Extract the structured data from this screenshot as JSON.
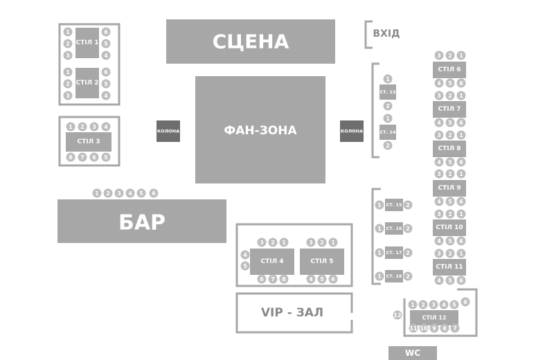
{
  "colors": {
    "block": "#a7a7a7",
    "pillar": "#6e6e6e",
    "seat": "#bdbdbd",
    "outline": "#a7a7a7",
    "light_text": "#ffffff",
    "dark_text": "#8a8a8a"
  },
  "labels": {
    "stage": "СЦЕНА",
    "fan_zone": "ФАН-ЗОНА",
    "bar": "БАР",
    "vip": "VIP - ЗАЛ",
    "entrance": "ВХІД",
    "wc": "WC",
    "column": "КОЛОНА"
  },
  "tables": [
    {
      "id": "t1",
      "label": "СТІЛ 1",
      "seats": [
        "1",
        "2",
        "3",
        "6",
        "5",
        "4"
      ]
    },
    {
      "id": "t2",
      "label": "СТІЛ 2",
      "seats": [
        "1",
        "2",
        "3",
        "6",
        "5",
        "4"
      ]
    },
    {
      "id": "t3",
      "label": "СТІЛ 3",
      "seats": [
        "1",
        "2",
        "3",
        "4",
        "8",
        "7",
        "6",
        "5"
      ]
    },
    {
      "id": "t4",
      "label": "СТІЛ 4",
      "seats": [
        "3",
        "2",
        "1",
        "4",
        "5",
        "6",
        "7",
        "8"
      ]
    },
    {
      "id": "t5",
      "label": "СТІЛ 5",
      "seats": [
        "3",
        "2",
        "1",
        "4",
        "5",
        "6"
      ]
    },
    {
      "id": "t6",
      "label": "СТІЛ 6",
      "seats": [
        "3",
        "2",
        "1",
        "4",
        "5",
        "6"
      ]
    },
    {
      "id": "t7",
      "label": "СТІЛ 7",
      "seats": [
        "3",
        "2",
        "1",
        "4",
        "5",
        "6"
      ]
    },
    {
      "id": "t8",
      "label": "СТІЛ 8",
      "seats": [
        "3",
        "2",
        "1",
        "4",
        "5",
        "6"
      ]
    },
    {
      "id": "t9",
      "label": "СТІЛ 9",
      "seats": [
        "3",
        "2",
        "1",
        "4",
        "5",
        "6"
      ]
    },
    {
      "id": "t10",
      "label": "СТІЛ 10",
      "seats": [
        "3",
        "2",
        "1",
        "4",
        "5",
        "6"
      ]
    },
    {
      "id": "t11",
      "label": "СТІЛ 11",
      "seats": [
        "3",
        "2",
        "1",
        "4",
        "5",
        "6"
      ]
    },
    {
      "id": "t12",
      "label": "СТІЛ 12",
      "seats": [
        "1",
        "2",
        "3",
        "4",
        "5",
        "6",
        "7",
        "8",
        "9",
        "10",
        "11",
        "12"
      ]
    },
    {
      "id": "t13",
      "label": "СТ. 13",
      "seats": [
        "1",
        "2"
      ]
    },
    {
      "id": "t14",
      "label": "СТ. 14",
      "seats": [
        "1",
        "2"
      ]
    },
    {
      "id": "t15",
      "label": "СТ. 15",
      "seats": [
        "1",
        "2"
      ]
    },
    {
      "id": "t16",
      "label": "СТ. 16",
      "seats": [
        "1",
        "2"
      ]
    },
    {
      "id": "t17",
      "label": "СТ. 17",
      "seats": [
        "1",
        "2"
      ]
    },
    {
      "id": "t18",
      "label": "СТ. 18",
      "seats": [
        "1",
        "2"
      ]
    }
  ],
  "bar_seats": [
    "1",
    "2",
    "3",
    "4",
    "5",
    "6"
  ]
}
